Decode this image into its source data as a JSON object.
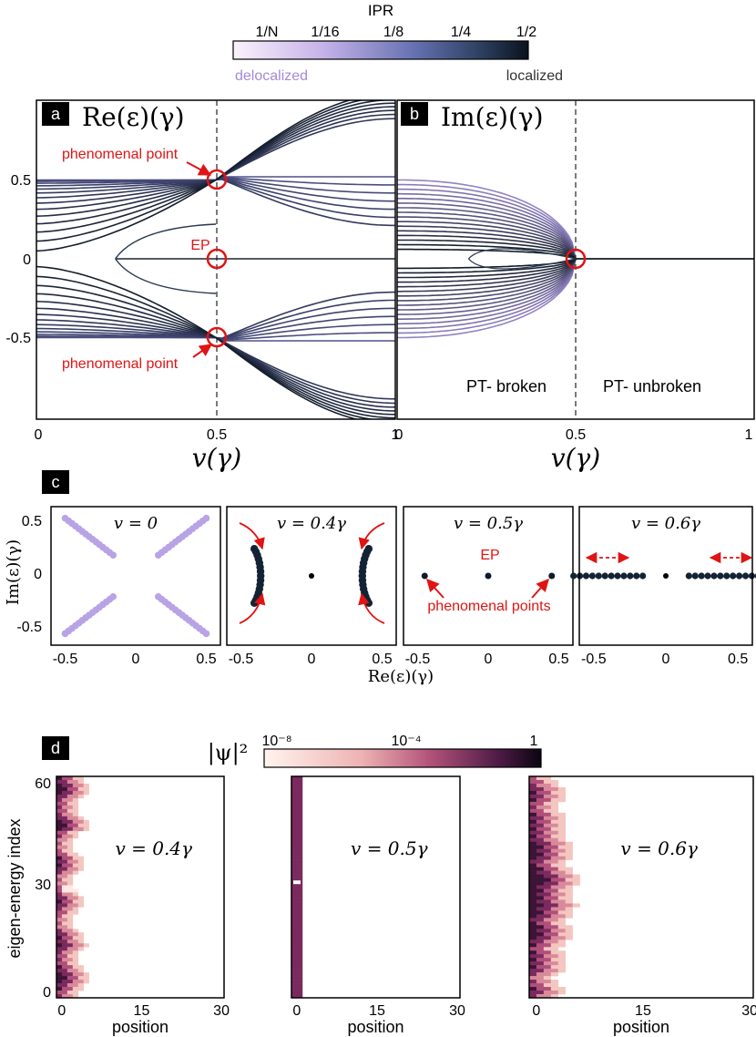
{
  "ipr_colorbar": {
    "title": "IPR",
    "ticks": [
      "1/N",
      "1/16",
      "1/8",
      "1/4",
      "1/2"
    ],
    "left_label": "delocalized",
    "right_label": "localized",
    "color_low": "#fbf2fb",
    "color_mid": "#6470b0",
    "color_high": "#0a121c"
  },
  "panel_a": {
    "tag": "a",
    "title": "Re(ε)(γ)",
    "annotation_top": "phenomenal point",
    "annotation_mid": "EP",
    "annotation_bottom": "phenomenal point",
    "xlabel": "v(γ)",
    "xticks": [
      "0",
      "0.5",
      "1"
    ],
    "yticks": [
      "0.5",
      "0",
      "-0.5"
    ]
  },
  "panel_b": {
    "tag": "b",
    "title": "Im(ε)(γ)",
    "text_left": "PT- broken",
    "text_right": "PT- unbroken",
    "xlabel": "v(γ)",
    "xticks": [
      "0",
      "0.5",
      "1"
    ]
  },
  "panel_c": {
    "tag": "c",
    "ylabel": "Im(ε)(γ)",
    "xlabel": "Re(ε)(γ)",
    "xticks": [
      "-0.5",
      "0",
      "0.5"
    ],
    "yticks": [
      "0.5",
      "0",
      "-0.5"
    ],
    "subplots": [
      {
        "label": "v = 0"
      },
      {
        "label": "v = 0.4γ"
      },
      {
        "label": "v = 0.5γ",
        "ep_label": "EP",
        "pp_label": "phenomenal points"
      },
      {
        "label": "v = 0.6γ"
      }
    ]
  },
  "panel_d": {
    "tag": "d",
    "colorbar_title": "|ψ|²",
    "colorbar_ticks": [
      "10⁻⁸",
      "10⁻⁴",
      "1"
    ],
    "ylabel": "eigen-energy index",
    "xlabel": "position",
    "xticks": [
      "0",
      "15",
      "30"
    ],
    "yticks": [
      "60",
      "30",
      "0"
    ],
    "subplots": [
      {
        "label": "v = 0.4γ"
      },
      {
        "label": "v = 0.5γ"
      },
      {
        "label": "v = 0.6γ"
      }
    ]
  },
  "colors": {
    "annotation": "#e01414",
    "dark": "#142333",
    "light": "#b9a6e6"
  },
  "chart_data": [
    {
      "type": "line",
      "panel": "a",
      "description_x": "v in units of gamma",
      "xlim": [
        0,
        1
      ],
      "ylim": [
        -1,
        1
      ],
      "ep_at": [
        0.5,
        0
      ],
      "phenomenal_points": [
        [
          0.5,
          0.5
        ],
        [
          0.5,
          -0.5
        ]
      ]
    },
    {
      "type": "line",
      "panel": "b",
      "xlim": [
        0,
        1
      ],
      "ylim": [
        -1,
        1
      ],
      "ep_at": [
        0.5,
        0
      ]
    },
    {
      "type": "scatter",
      "panel": "c",
      "xlim": [
        -0.6,
        0.6
      ],
      "ylim": [
        -0.6,
        0.6
      ]
    },
    {
      "type": "heatmap",
      "panel": "d",
      "xlim": [
        0,
        30
      ],
      "ylim": [
        0,
        60
      ]
    }
  ]
}
